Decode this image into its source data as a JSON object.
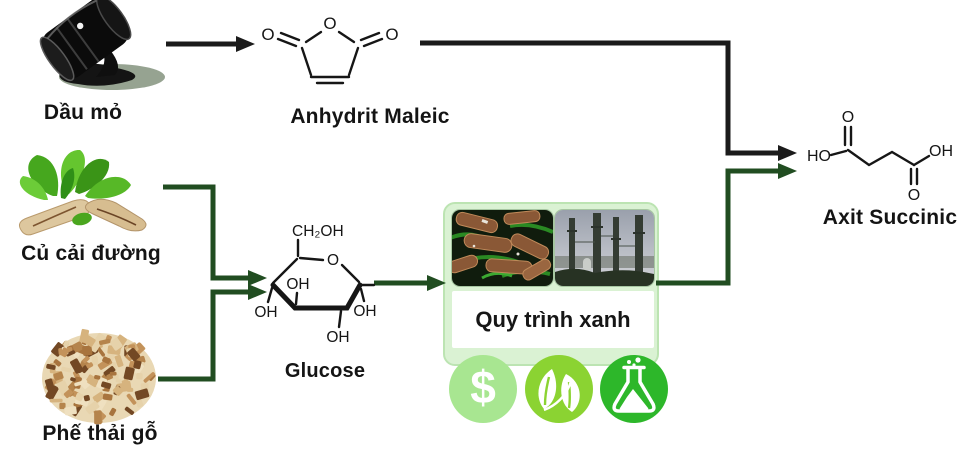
{
  "colors": {
    "arrow_black": "#1b1b1b",
    "arrow_green": "#214d21",
    "process_box_bg": "#daf2d3",
    "process_box_border": "#bce4b2",
    "dollar_circle": "#a8e691",
    "leaf_circle": "#8bd332",
    "flask_circle": "#2db72a"
  },
  "petroleum": {
    "label": "Dầu mỏ"
  },
  "maleic": {
    "label": "Anhydrit Maleic",
    "atoms": {
      "top_o": "O",
      "left_o": "O",
      "right_o": "O"
    }
  },
  "beet": {
    "label": "Củ cải đường"
  },
  "wood": {
    "label": "Phế thải gỗ"
  },
  "glucose": {
    "label": "Glucose",
    "atoms": {
      "ch2oh": "CH₂OH",
      "ring_o": "O",
      "inner_oh": "OH",
      "left_oh": "OH",
      "bottom_oh": "OH",
      "right_oh": "OH"
    }
  },
  "process": {
    "label": "Quy trình xanh",
    "dollar": "$"
  },
  "succinic": {
    "label": "Axit Succinic",
    "atoms": {
      "top_o": "O",
      "ho": "HO",
      "oh": "OH",
      "bottom_o": "O"
    }
  }
}
